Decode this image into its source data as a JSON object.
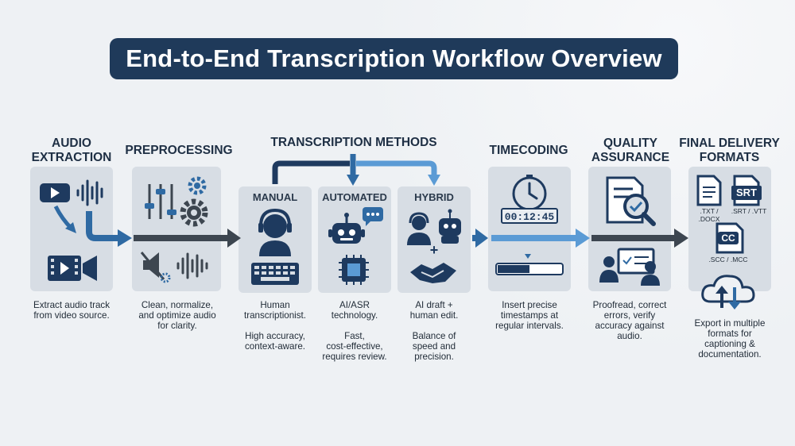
{
  "title": "End-to-End Transcription Workflow Overview",
  "stages": {
    "audio_extraction": {
      "title_line1": "AUDIO",
      "title_line2": "EXTRACTION",
      "desc_line1": "Extract audio track",
      "desc_line2": "from video source."
    },
    "preprocessing": {
      "title": "PREPROCESSING",
      "desc_line1": "Clean, normalize,",
      "desc_line2": "and optimize audio",
      "desc_line3": "for clarity."
    },
    "transcription_methods": {
      "title": "TRANSCRIPTION METHODS",
      "manual": {
        "label": "MANUAL",
        "desc_line1": "Human",
        "desc_line2": "transcriptionist.",
        "desc_line3": "High accuracy,",
        "desc_line4": "context-aware."
      },
      "automated": {
        "label": "AUTOMATED",
        "desc_line1": "AI/ASR",
        "desc_line2": "technology.",
        "desc_line3": "Fast,",
        "desc_line4": "cost-effective,",
        "desc_line5": "requires review."
      },
      "hybrid": {
        "label": "HYBRID",
        "plus": "+",
        "desc_line1": "AI draft +",
        "desc_line2": "human edit.",
        "desc_line3": "Balance of",
        "desc_line4": "speed and",
        "desc_line5": "precision."
      }
    },
    "timecoding": {
      "title": "TIMECODING",
      "timestamp": "00:12:45",
      "desc_line1": "Insert precise",
      "desc_line2": "timestamps at",
      "desc_line3": "regular intervals."
    },
    "quality_assurance": {
      "title_line1": "QUALITY",
      "title_line2": "ASSURANCE",
      "desc_line1": "Proofread, correct",
      "desc_line2": "errors, verify",
      "desc_line3": "accuracy against",
      "desc_line4": "audio."
    },
    "final_delivery": {
      "title_line1": "FINAL DELIVERY",
      "title_line2": "FORMATS",
      "doc_label": ".TXT / .DOCX",
      "srt_badge": "SRT",
      "srt_label": ".SRT / .VTT",
      "cc_badge": "CC",
      "cc_label": ".SCC / .MCC",
      "desc_line1": "Export in multiple",
      "desc_line2": "formats for",
      "desc_line3": "captioning &",
      "desc_line4": "documentation."
    }
  },
  "colors": {
    "title_bg": "#1f3a5a",
    "navy": "#1e3a5f",
    "blue": "#2f6aa3",
    "light_blue": "#5b9bd5",
    "dark_arrow": "#3d4650",
    "card_bg": "#d7dde4"
  }
}
